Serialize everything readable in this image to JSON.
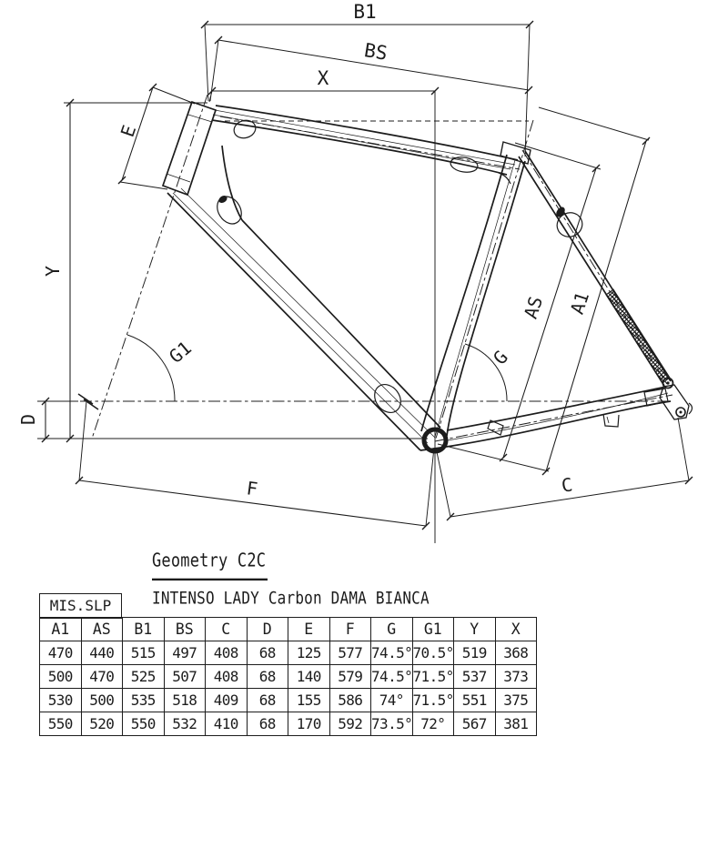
{
  "diagram": {
    "labels": {
      "b1": "B1",
      "bs": "BS",
      "x": "X",
      "e": "E",
      "y": "Y",
      "g1": "G1",
      "d": "D",
      "f": "F",
      "c": "C",
      "g": "G",
      "as": "AS",
      "a1": "A1"
    }
  },
  "table": {
    "title": "Geometry C2C",
    "subtitle": "INTENSO LADY Carbon DAMA BIANCA",
    "corner_label": "MIS.SLP",
    "columns": [
      "A1",
      "AS",
      "B1",
      "BS",
      "C",
      "D",
      "E",
      "F",
      "G",
      "G1",
      "Y",
      "X"
    ],
    "rows": [
      [
        "470",
        "440",
        "515",
        "497",
        "408",
        "68",
        "125",
        "577",
        "74.5°",
        "70.5°",
        "519",
        "368"
      ],
      [
        "500",
        "470",
        "525",
        "507",
        "408",
        "68",
        "140",
        "579",
        "74.5°",
        "71.5°",
        "537",
        "373"
      ],
      [
        "530",
        "500",
        "535",
        "518",
        "409",
        "68",
        "155",
        "586",
        "74°",
        "71.5°",
        "551",
        "375"
      ],
      [
        "550",
        "520",
        "550",
        "532",
        "410",
        "68",
        "170",
        "592",
        "73.5°",
        "72°",
        "567",
        "381"
      ]
    ]
  },
  "colors": {
    "line": "#1c1c1c",
    "background": "#ffffff"
  }
}
